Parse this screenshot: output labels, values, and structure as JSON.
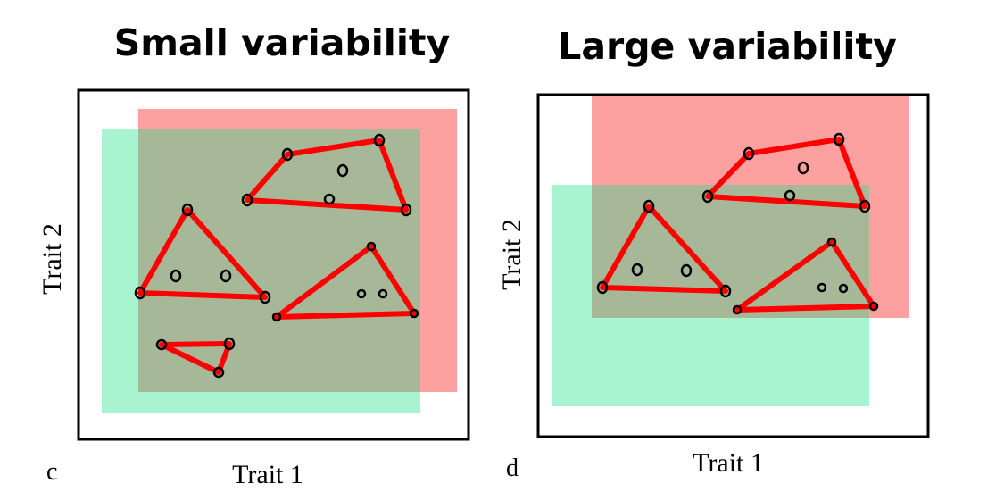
{
  "panels": [
    {
      "title": "Small variability",
      "letter": "c",
      "xlabel": "Trait 1",
      "ylabel": "Trait 2"
    },
    {
      "title": "Large variability",
      "letter": "d",
      "xlabel": "Trait 1",
      "ylabel": "Trait 2"
    }
  ],
  "colors": {
    "red_region": "#fca0a0",
    "green_region": "#a8f3d0",
    "overlap_region": "#a7b898",
    "hull_stroke": "#ff0000",
    "frame": "#000000"
  }
}
